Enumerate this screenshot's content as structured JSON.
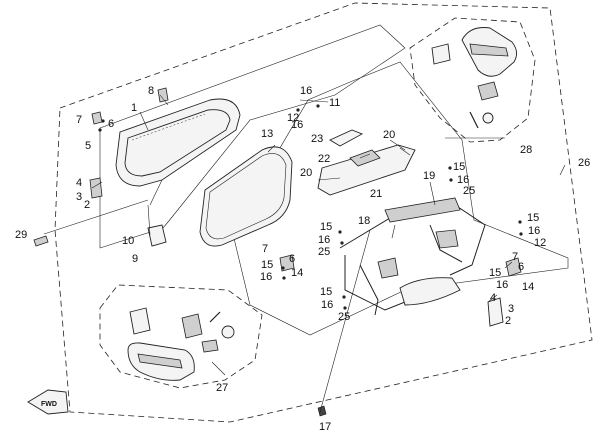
{
  "diagram": {
    "labels": {
      "l1": "1",
      "l2": "2",
      "l3": "3",
      "l4": "4",
      "l5": "5",
      "l6": "6",
      "l7": "7",
      "l8": "8",
      "l9": "9",
      "l10": "10",
      "l11": "11",
      "l12": "12",
      "l13": "13",
      "l14": "14",
      "l15": "15",
      "l16": "16",
      "l17": "17",
      "l18": "18",
      "l19": "19",
      "l20": "20",
      "l21": "21",
      "l22": "22",
      "l23": "23",
      "l25": "25",
      "l26": "26",
      "l27": "27",
      "l28": "28",
      "l29": "29"
    },
    "fwd_badge": "FWD"
  }
}
